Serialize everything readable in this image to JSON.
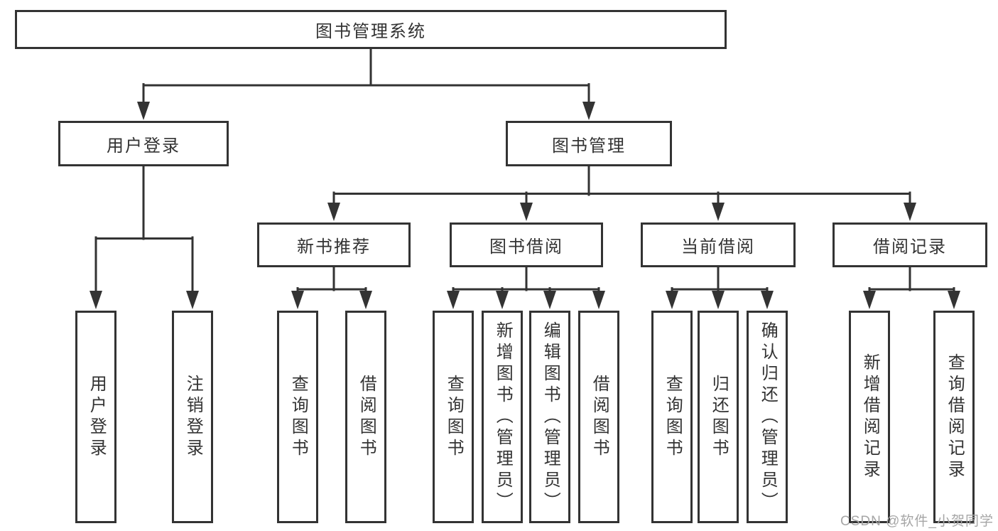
{
  "diagram": {
    "root": {
      "label": "图书管理系统"
    },
    "branches": [
      {
        "label": "用户登录",
        "children": [
          {
            "label": "用户登录"
          },
          {
            "label": "注销登录"
          }
        ]
      },
      {
        "label": "图书管理",
        "children": [
          {
            "label": "新书推荐",
            "children": [
              {
                "label": "查询图书"
              },
              {
                "label": "借阅图书"
              }
            ]
          },
          {
            "label": "图书借阅",
            "children": [
              {
                "label": "查询图书"
              },
              {
                "label": "新增图书（管理员）"
              },
              {
                "label": "编辑图书（管理员）"
              },
              {
                "label": "借阅图书"
              }
            ]
          },
          {
            "label": "当前借阅",
            "children": [
              {
                "label": "查询图书"
              },
              {
                "label": "归还图书"
              },
              {
                "label": "确认归还（管理员）"
              }
            ]
          },
          {
            "label": "借阅记录",
            "children": [
              {
                "label": "新增借阅记录"
              },
              {
                "label": "查询借阅记录"
              }
            ]
          }
        ]
      }
    ]
  },
  "watermark": "CSDN @软件_小贺同学",
  "colors": {
    "line": "#333333",
    "text": "#333333",
    "watermark": "#a6a6a6",
    "background": "#ffffff"
  }
}
